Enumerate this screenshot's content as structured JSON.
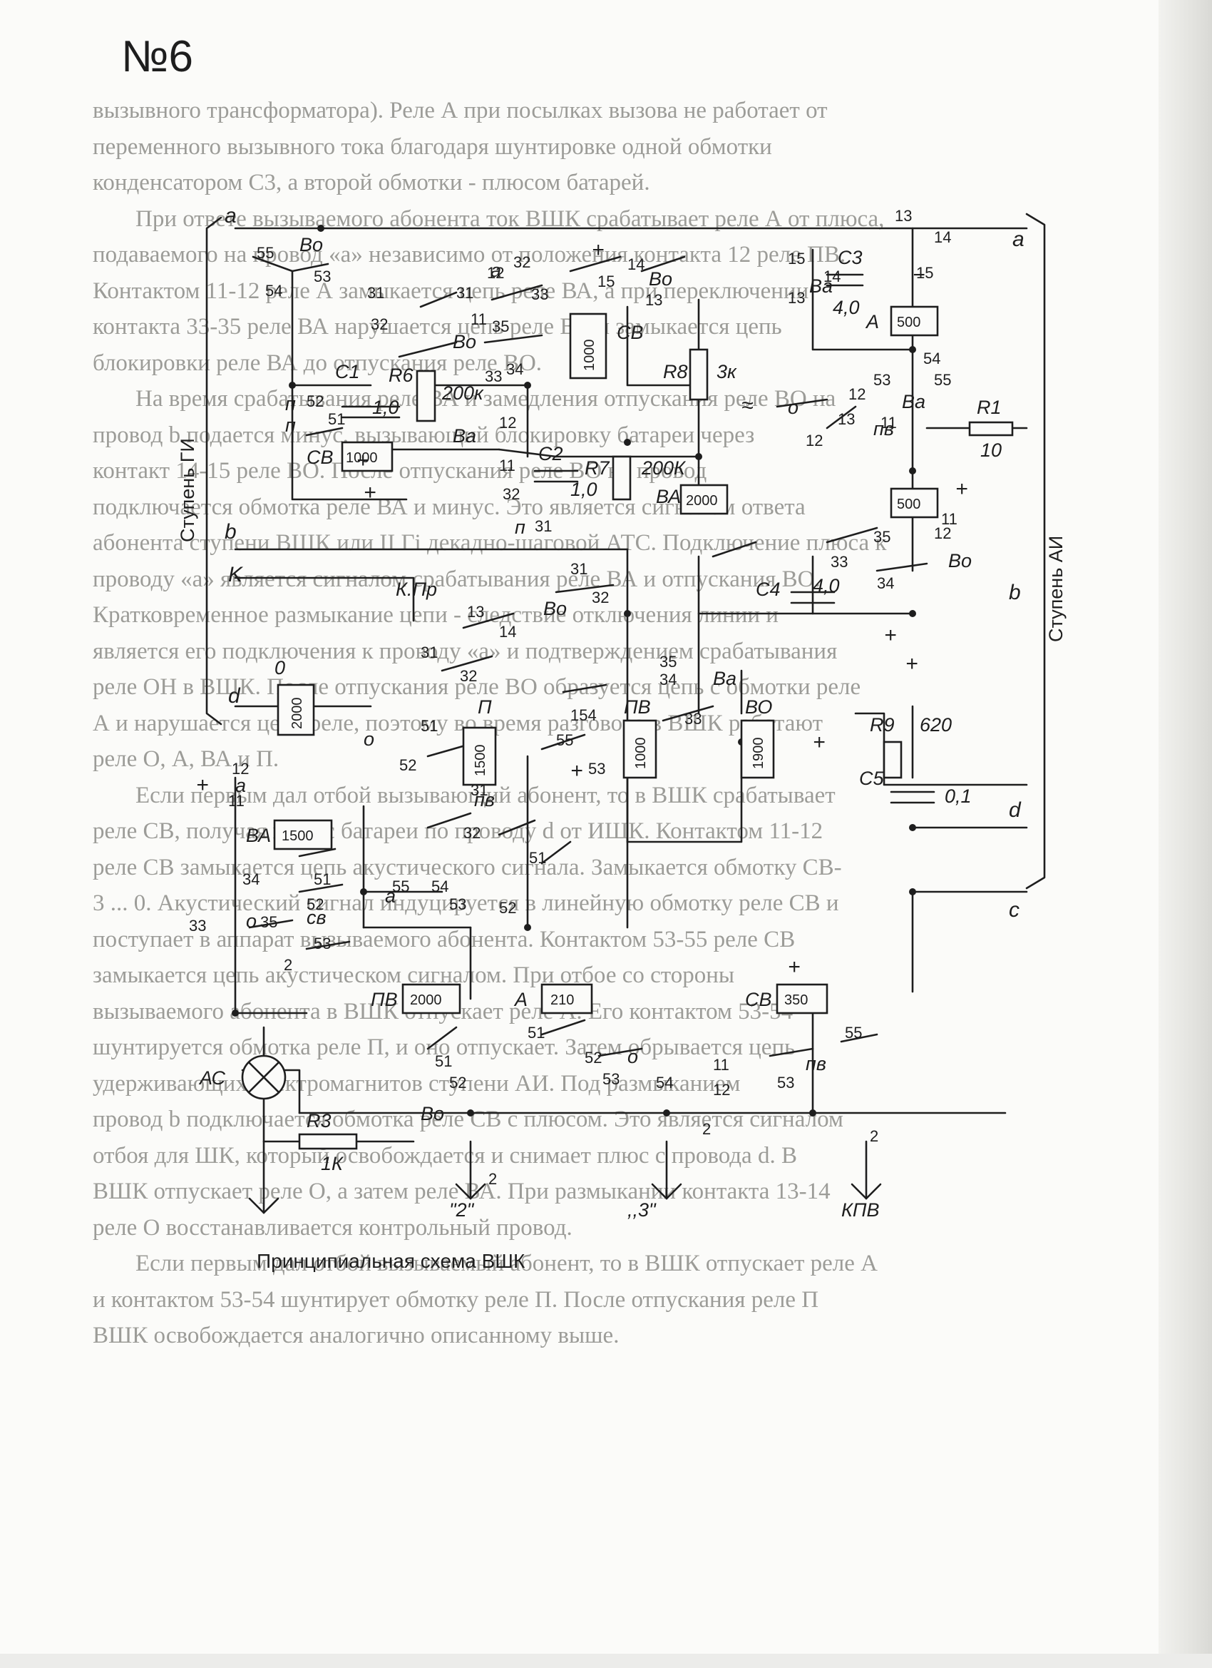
{
  "page": {
    "number": "№6",
    "caption": "Принципиальная схема ВШК"
  },
  "bleed_through_text": [
    "вызывного трансформатора). Реле А при посылках вызова не работает от",
    "переменного вызывного тока благодаря шунтировке одной обмотки",
    "конденсатором С3, а второй обмотки - плюсом батарей.",
    "При ответе вызываемого абонента ток ВШК срабатывает реле А от плюса,",
    "подаваемого на провод «а» независимо от положения контакта 12 реле ПВ.",
    "Контактом 11-12 реле А замыкается цепь реле ВА, а при переключении",
    "контакта 33-35 реле ВА нарушается цепь реле ВА и замыкается цепь",
    "блокировки реле ВА до отпускания реле ВО.",
    "На время срабатывания реле ВА и замедления отпускания реле ВО на",
    "провод b подается минус, вызывающий блокировку батареи через",
    "контакт 14-15 реле ВО. После отпускания реле ВО на провод",
    "подключается обмотка реле ВА и минус. Это является сигналом ответа",
    "абонента ступени ВШК или II Гi декадно-шаговой АТС. Подключение плюса к",
    "проводу «а» является сигналом срабатывания реле ВА и отпускания ВО.",
    "Кратковременное размыкание цепи - следствие отключения линии и",
    "является его подключения к проводу «а» и подтверждением срабатывания",
    "реле ОН в ВШК. После отпускания реле ВО образуется цепь с обмотки реле",
    "А и нарушается цепь реле, поэтому во время разговора в ВШК работают",
    "реле О, А, ВА и П.",
    "Если первым дал отбой вызывающий абонент, то в ВШК срабатывает",
    "реле СВ, получая минус батареи по проводу d от ИШК. Контактом 11-12",
    "реле СВ замыкается цепь акустического сигнала. Замыкается обмотку СВ-",
    "3 ... 0. Акустический сигнал индуцируется в линейную обмотку реле СВ и",
    "поступает в аппарат вызываемого абонента. Контактом 53-55 реле СВ",
    "замыкается цепь акустическом сигналом. При отбое со стороны",
    "вызываемого абонента в ВШК отпускает реле А. Его контактом 53-54",
    "шунтируется обмотка реле П, и оно отпускает. Затем обрывается цепь",
    "удерживающих электромагнитов ступени АИ. Под размыканием",
    "провод b подключается обмотка реле СВ с плюсом. Это является сигналом",
    "отбоя для ШК, который освобождается и снимает плюс с провода d. В",
    "ВШК отпускает реле О, а затем реле ВА. При размыкании контакта 13-14",
    "реле О восстанавливается контрольный провод.",
    "Если первым дал отбой вызываемый абонент, то в ВШК отпускает реле А",
    "и контактом 53-54 шунтирует обмотку реле П. После отпускания реле П",
    "ВШК освобождается аналогично описанному выше."
  ],
  "stages": {
    "left": "Ступень ГИ",
    "right": "Ступень АИ"
  },
  "wires": {
    "a": "a",
    "b": "b",
    "d": "d",
    "k": "K",
    "c": "c"
  },
  "components": {
    "c1": "С1",
    "c1_val": "1,0",
    "r6": "R6",
    "r6_val": "200к",
    "c2": "С2",
    "c2_val": "1,0",
    "r7": "R7",
    "r7_val": "200К",
    "r8": "R8",
    "r8_val": "3к",
    "c3": "С3",
    "c3_val": "4,0",
    "c4": "С4",
    "c4_val": "4,0",
    "c5": "С5",
    "c5_val": "0,1",
    "r1": "R1",
    "r1_val": "10",
    "r9": "R9",
    "r9_val": "620",
    "r3": "R3",
    "r3_val": "1К",
    "ac": "АС",
    "kpr": "К.Пр"
  },
  "relays": {
    "sv_top_label": "СВ",
    "sv_top_val": "1000",
    "sv_left_label": "СВ",
    "sv_left_val": "1000",
    "va_label": "ВА",
    "va_val": "2000",
    "a_top_label": "А",
    "a_top_val": "500",
    "a_mid_val": "500",
    "o_label": "0",
    "o_val": "2000",
    "p_label": "П",
    "p_val": "1500",
    "pv_label": "ПВ",
    "pv_val": "1000",
    "vo_label": "ВО",
    "vo_val": "1900",
    "va2_label": "ВА",
    "va2_val": "1500",
    "pv_bot_label": "ПВ",
    "pv_bot_val": "2000",
    "a_bot_label": "А",
    "a_bot_val": "210",
    "sv_bot_label": "СВ",
    "sv_bot_val": "350"
  },
  "contacts": {
    "vo": "Во",
    "va": "Ва",
    "p": "п",
    "a": "а",
    "o": "о",
    "sv": "св",
    "pv": "пв",
    "pv2": "пв",
    "o_sep": "о"
  },
  "numbers": {
    "n55": "55",
    "n54": "54",
    "n53": "53",
    "n52": "52",
    "n51": "51",
    "n35": "35",
    "n34": "34",
    "n33": "33",
    "n32": "32",
    "n31": "31",
    "n15": "15",
    "n14": "14",
    "n13": "13",
    "n12": "12",
    "n11": "11",
    "n154": "154",
    "n2": "2"
  },
  "outputs": {
    "out_left": "",
    "out_2": "\"2\"",
    "out_3": ",,3\"",
    "out_kpv": "КПВ"
  },
  "signs": {
    "plus": "+",
    "minus": "−",
    "approx": "≈"
  }
}
